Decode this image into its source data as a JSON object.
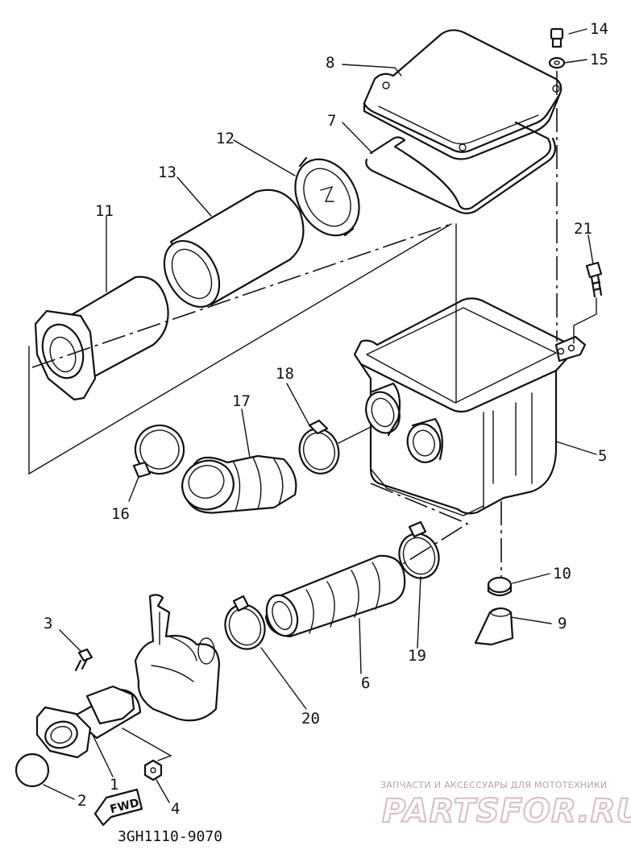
{
  "diagram": {
    "callouts": [
      "14",
      "15",
      "8",
      "7",
      "12",
      "13",
      "11",
      "21",
      "18",
      "17",
      "5",
      "16",
      "10",
      "9",
      "3",
      "6",
      "19",
      "20",
      "2",
      "1",
      "4"
    ],
    "direction_tag": "FWD",
    "part_code": "3GH1110-9070"
  },
  "watermark": {
    "caption": "ЗАПЧАСТИ И АКСЕССУАРЫ ДЛЯ МОТОТЕХНИКИ",
    "brand": "PARTSFOR.RU"
  }
}
